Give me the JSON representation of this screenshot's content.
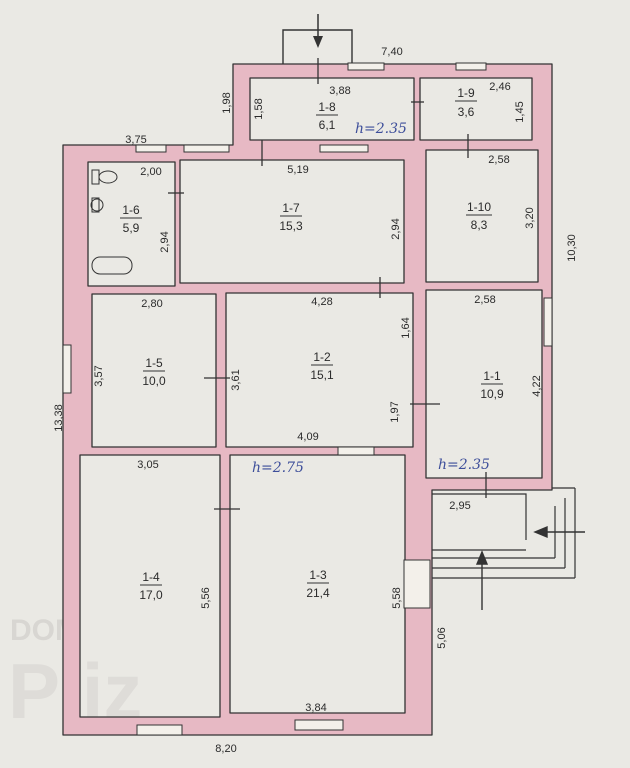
{
  "rooms": [
    {
      "id": "1-1",
      "area": "10,9"
    },
    {
      "id": "1-2",
      "area": "15,1"
    },
    {
      "id": "1-3",
      "area": "21,4"
    },
    {
      "id": "1-4",
      "area": "17,0"
    },
    {
      "id": "1-5",
      "area": "10,0"
    },
    {
      "id": "1-6",
      "area": "5,9"
    },
    {
      "id": "1-7",
      "area": "15,3"
    },
    {
      "id": "1-8",
      "area": "6,1"
    },
    {
      "id": "1-9",
      "area": "3,6"
    },
    {
      "id": "1-10",
      "area": "8,3"
    }
  ],
  "dimensions": {
    "overall_top": "7,40",
    "overall_left": "13,38",
    "overall_bottom": "8,20",
    "overall_right": "10,30",
    "annex_height": "1,98",
    "r8_width": "3,88",
    "r8_height": "1,58",
    "r9_width": "2,46",
    "r9_height": "1,45",
    "wing_top": "3,75",
    "r6_width": "2,00",
    "r6_height": "2,94",
    "r7_width": "5,19",
    "r7_height": "2,94",
    "r10_width": "2,58",
    "r10_height": "3,20",
    "r5_width": "2,80",
    "r5_height": "3,57",
    "r2_width_top": "4,28",
    "r2_height_left": "3,61",
    "r2_height_right_top": "1,64",
    "r2_height_right_bottom": "1,97",
    "r2_width_bottom": "4,09",
    "r1_width": "2,58",
    "r1_height": "4,22",
    "r4_width": "3,05",
    "r4_height": "5,56",
    "r3_height": "5,58",
    "r3_width": "3,84",
    "porch_width": "2,95",
    "porch_height": "5,06"
  },
  "notes": {
    "h_annex": "h=2.35",
    "h_main": "h=2.75",
    "h_porch": "h=2.35"
  },
  "watermark": {
    "line1": "DOM",
    "line2": "Pliz"
  },
  "colors": {
    "wall_fill": "#e7b9c4",
    "line": "#333333",
    "annotation": "#3d4e9a"
  }
}
